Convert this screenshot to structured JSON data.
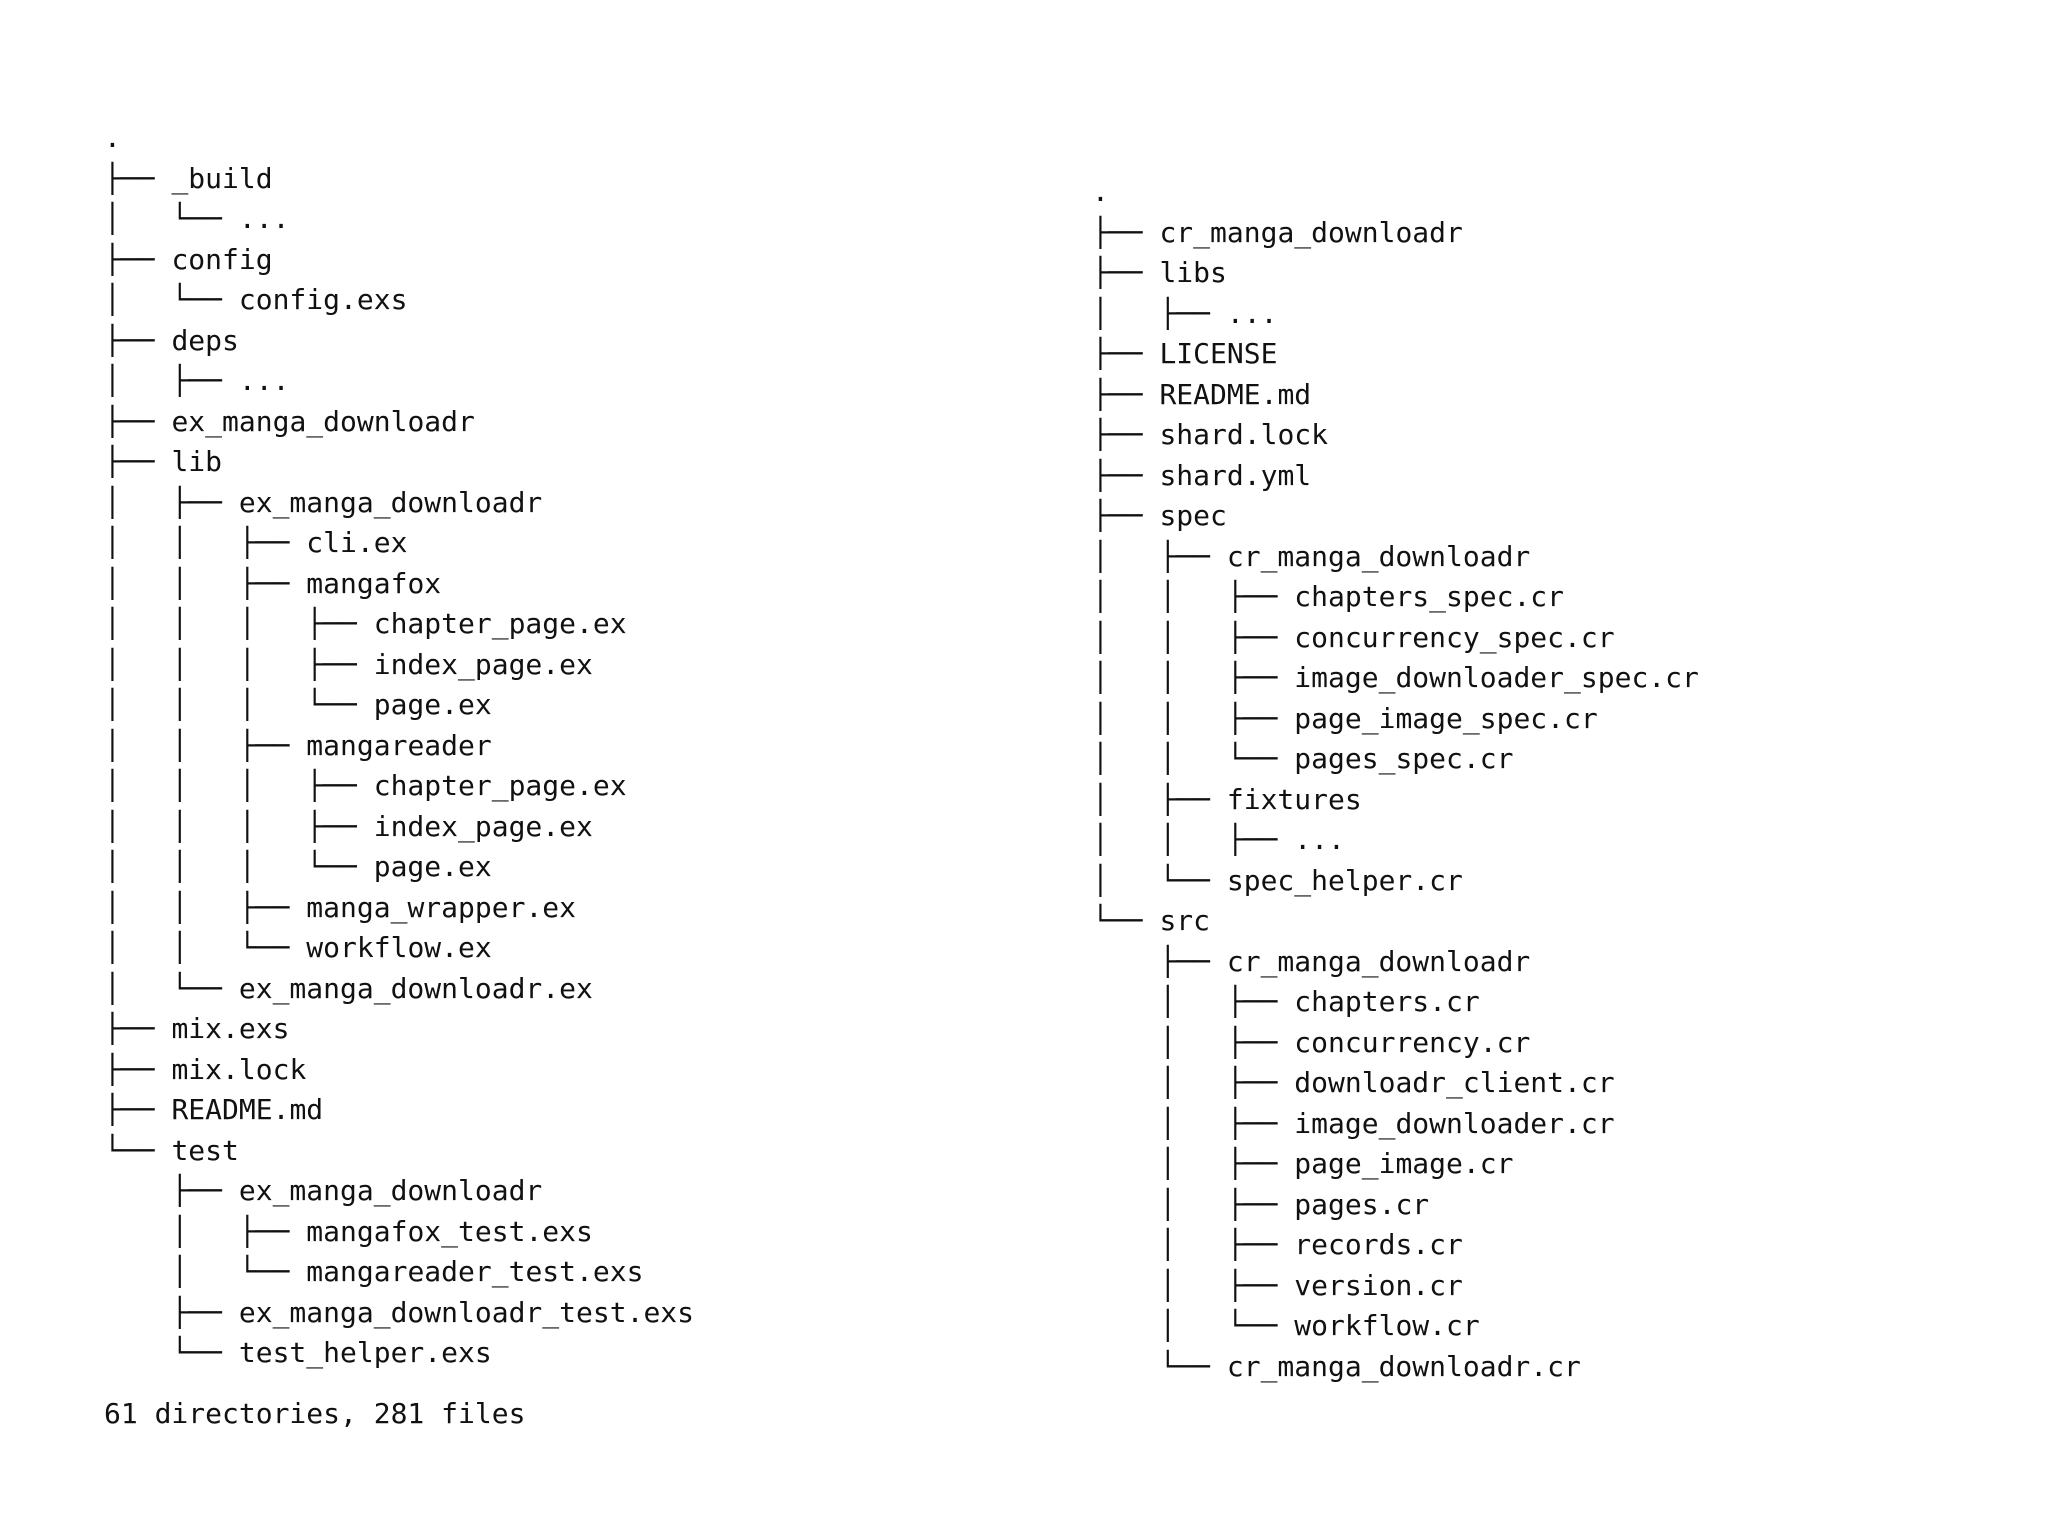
{
  "left_tree": {
    "lines": [
      {
        "prefix": "",
        "name": "."
      },
      {
        "prefix": "├── ",
        "name": "_build"
      },
      {
        "prefix": "│   └── ",
        "name": "..."
      },
      {
        "prefix": "├── ",
        "name": "config"
      },
      {
        "prefix": "│   └── ",
        "name": "config.exs"
      },
      {
        "prefix": "├── ",
        "name": "deps"
      },
      {
        "prefix": "│   ├── ",
        "name": "..."
      },
      {
        "prefix": "├── ",
        "name": "ex_manga_downloadr"
      },
      {
        "prefix": "├── ",
        "name": "lib"
      },
      {
        "prefix": "│   ├── ",
        "name": "ex_manga_downloadr"
      },
      {
        "prefix": "│   │   ├── ",
        "name": "cli.ex"
      },
      {
        "prefix": "│   │   ├── ",
        "name": "mangafox"
      },
      {
        "prefix": "│   │   │   ├── ",
        "name": "chapter_page.ex"
      },
      {
        "prefix": "│   │   │   ├── ",
        "name": "index_page.ex"
      },
      {
        "prefix": "│   │   │   └── ",
        "name": "page.ex"
      },
      {
        "prefix": "│   │   ├── ",
        "name": "mangareader"
      },
      {
        "prefix": "│   │   │   ├── ",
        "name": "chapter_page.ex"
      },
      {
        "prefix": "│   │   │   ├── ",
        "name": "index_page.ex"
      },
      {
        "prefix": "│   │   │   └── ",
        "name": "page.ex"
      },
      {
        "prefix": "│   │   ├── ",
        "name": "manga_wrapper.ex"
      },
      {
        "prefix": "│   │   └── ",
        "name": "workflow.ex"
      },
      {
        "prefix": "│   └── ",
        "name": "ex_manga_downloadr.ex"
      },
      {
        "prefix": "├── ",
        "name": "mix.exs"
      },
      {
        "prefix": "├── ",
        "name": "mix.lock"
      },
      {
        "prefix": "├── ",
        "name": "README.md"
      },
      {
        "prefix": "└── ",
        "name": "test"
      },
      {
        "prefix": "    ├── ",
        "name": "ex_manga_downloadr"
      },
      {
        "prefix": "    │   ├── ",
        "name": "mangafox_test.exs"
      },
      {
        "prefix": "    │   └── ",
        "name": "mangareader_test.exs"
      },
      {
        "prefix": "    ├── ",
        "name": "ex_manga_downloadr_test.exs"
      },
      {
        "prefix": "    └── ",
        "name": "test_helper.exs"
      }
    ],
    "summary": "61 directories, 281 files"
  },
  "right_tree": {
    "lines": [
      {
        "prefix": "",
        "name": "."
      },
      {
        "prefix": "├── ",
        "name": "cr_manga_downloadr"
      },
      {
        "prefix": "├── ",
        "name": "libs"
      },
      {
        "prefix": "│   ├── ",
        "name": "..."
      },
      {
        "prefix": "├── ",
        "name": "LICENSE"
      },
      {
        "prefix": "├── ",
        "name": "README.md"
      },
      {
        "prefix": "├── ",
        "name": "shard.lock"
      },
      {
        "prefix": "├── ",
        "name": "shard.yml"
      },
      {
        "prefix": "├── ",
        "name": "spec"
      },
      {
        "prefix": "│   ├── ",
        "name": "cr_manga_downloadr"
      },
      {
        "prefix": "│   │   ├── ",
        "name": "chapters_spec.cr"
      },
      {
        "prefix": "│   │   ├── ",
        "name": "concurrency_spec.cr"
      },
      {
        "prefix": "│   │   ├── ",
        "name": "image_downloader_spec.cr"
      },
      {
        "prefix": "│   │   ├── ",
        "name": "page_image_spec.cr"
      },
      {
        "prefix": "│   │   └── ",
        "name": "pages_spec.cr"
      },
      {
        "prefix": "│   ├── ",
        "name": "fixtures"
      },
      {
        "prefix": "│   │   ├── ",
        "name": "..."
      },
      {
        "prefix": "│   └── ",
        "name": "spec_helper.cr"
      },
      {
        "prefix": "└── ",
        "name": "src"
      },
      {
        "prefix": "    ├── ",
        "name": "cr_manga_downloadr"
      },
      {
        "prefix": "    │   ├── ",
        "name": "chapters.cr"
      },
      {
        "prefix": "    │   ├── ",
        "name": "concurrency.cr"
      },
      {
        "prefix": "    │   ├── ",
        "name": "downloadr_client.cr"
      },
      {
        "prefix": "    │   ├── ",
        "name": "image_downloader.cr"
      },
      {
        "prefix": "    │   ├── ",
        "name": "page_image.cr"
      },
      {
        "prefix": "    │   ├── ",
        "name": "pages.cr"
      },
      {
        "prefix": "    │   ├── ",
        "name": "records.cr"
      },
      {
        "prefix": "    │   ├── ",
        "name": "version.cr"
      },
      {
        "prefix": "    │   └── ",
        "name": "workflow.cr"
      },
      {
        "prefix": "    └── ",
        "name": "cr_manga_downloadr.cr"
      }
    ]
  }
}
